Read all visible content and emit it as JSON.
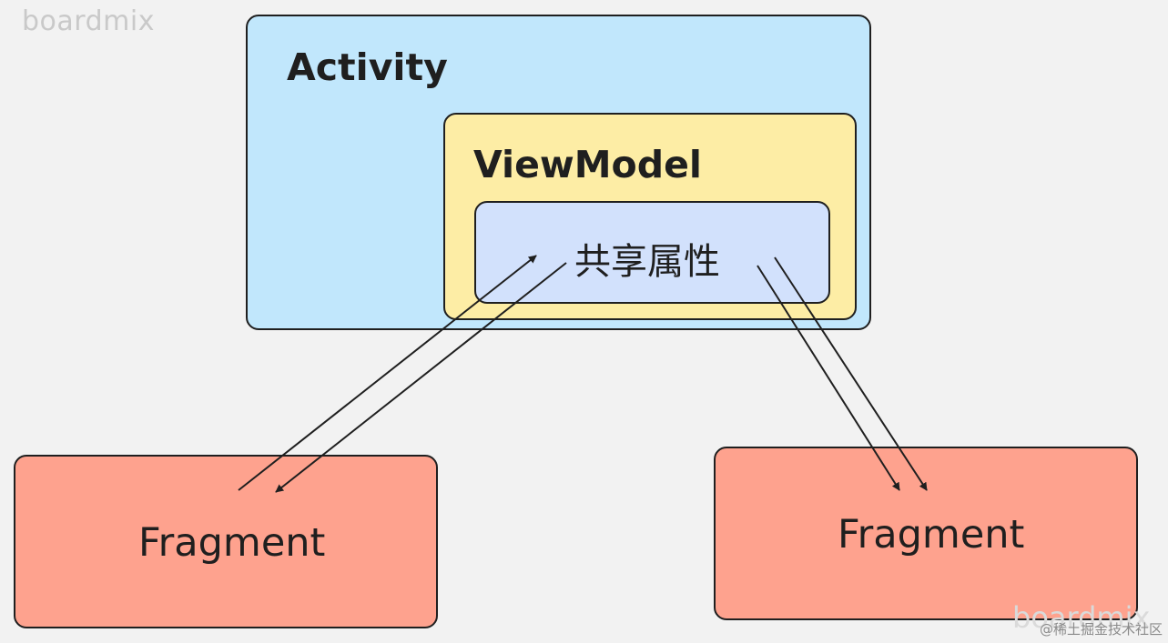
{
  "watermark": {
    "top_left": "boardmix",
    "bottom_right": "boardmix"
  },
  "credit": "@稀土掘金技术社区",
  "diagram": {
    "activity": {
      "label": "Activity",
      "color": "#c1e7fc"
    },
    "viewmodel": {
      "label": "ViewModel",
      "color": "#fdeda5"
    },
    "shared": {
      "label": "共享属性",
      "color": "#d2e1fc"
    },
    "fragment_left": {
      "label": "Fragment",
      "color": "#fea28e"
    },
    "fragment_right": {
      "label": "Fragment",
      "color": "#fea28e"
    },
    "edges": [
      {
        "from": "fragment_left",
        "to": "shared"
      },
      {
        "from": "shared",
        "to": "fragment_left"
      },
      {
        "from": "shared",
        "to": "fragment_right"
      },
      {
        "from": "shared",
        "to": "fragment_right"
      }
    ]
  }
}
